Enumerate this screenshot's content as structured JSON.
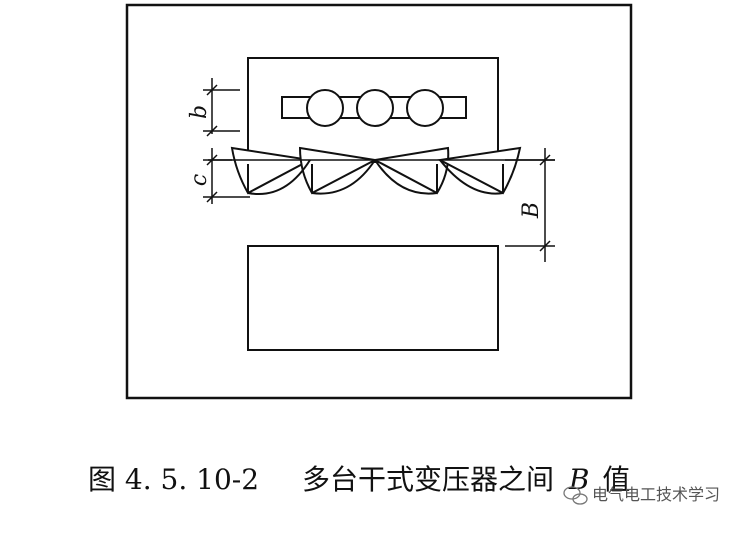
{
  "diagram": {
    "labels": {
      "b": "b",
      "c": "c",
      "B": "B"
    }
  },
  "caption": {
    "number": "图 4. 5. 10-2",
    "text": "多台干式变压器之间",
    "variable": "B",
    "suffix": "值"
  },
  "watermark": {
    "text": "电气电工技术学习"
  }
}
